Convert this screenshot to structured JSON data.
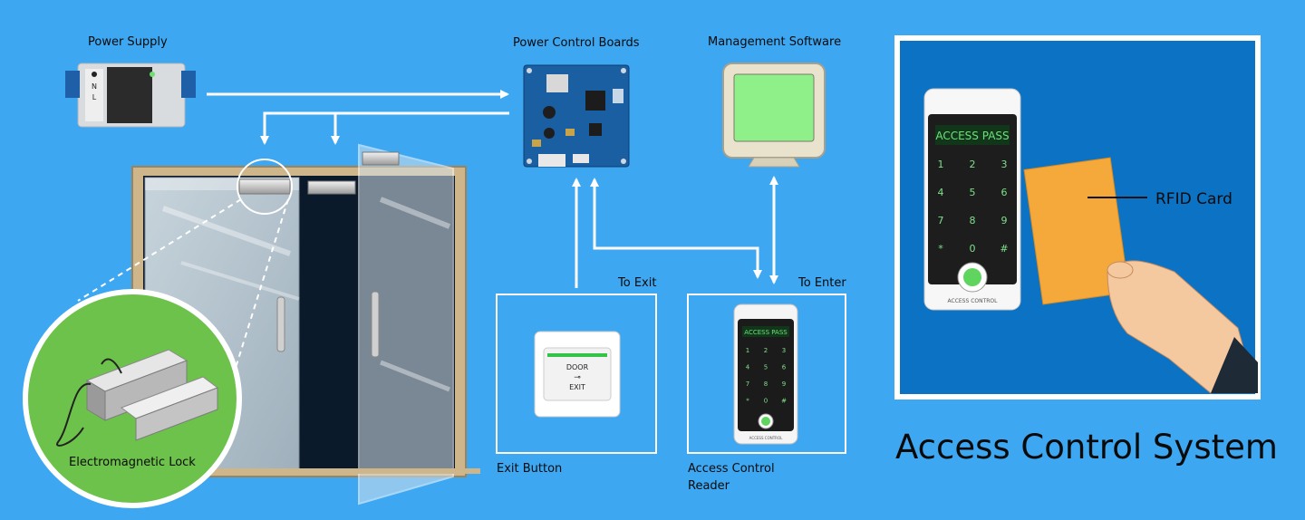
{
  "title": "Access Control System",
  "labels": {
    "power_supply": "Power Supply",
    "power_boards": "Power Control Boards",
    "management_software": "Management Software",
    "electromagnetic_lock": "Electromagnetic Lock",
    "to_exit": "To Exit",
    "to_enter": "To Enter",
    "exit_button": "Exit Button",
    "reader_line1": "Access Control",
    "reader_line2": "Reader",
    "rfid_card": "RFID Card"
  },
  "big_reader": {
    "display": "ACCESS PASS",
    "keys": [
      "1",
      "2",
      "3",
      "4",
      "5",
      "6",
      "7",
      "8",
      "9",
      "*",
      "0",
      "#"
    ],
    "brand": "ACCESS CONTROL"
  },
  "small_reader": {
    "display": "ACCESS PASS",
    "keys": [
      "1",
      "2",
      "3",
      "4",
      "5",
      "6",
      "7",
      "8",
      "9",
      "*",
      "0",
      "#"
    ],
    "brand": "ACCESS CONTROL"
  },
  "exit_plate": {
    "line1": "DOOR",
    "line2": "EXIT"
  },
  "power_supply_terminals": [
    "N",
    "L"
  ],
  "colors": {
    "background": "#3ea7f2",
    "panel": "#0b72c4",
    "green_zoom": "#6cc24a",
    "card": "#f6a93b",
    "display_text": "#6ee07a"
  }
}
